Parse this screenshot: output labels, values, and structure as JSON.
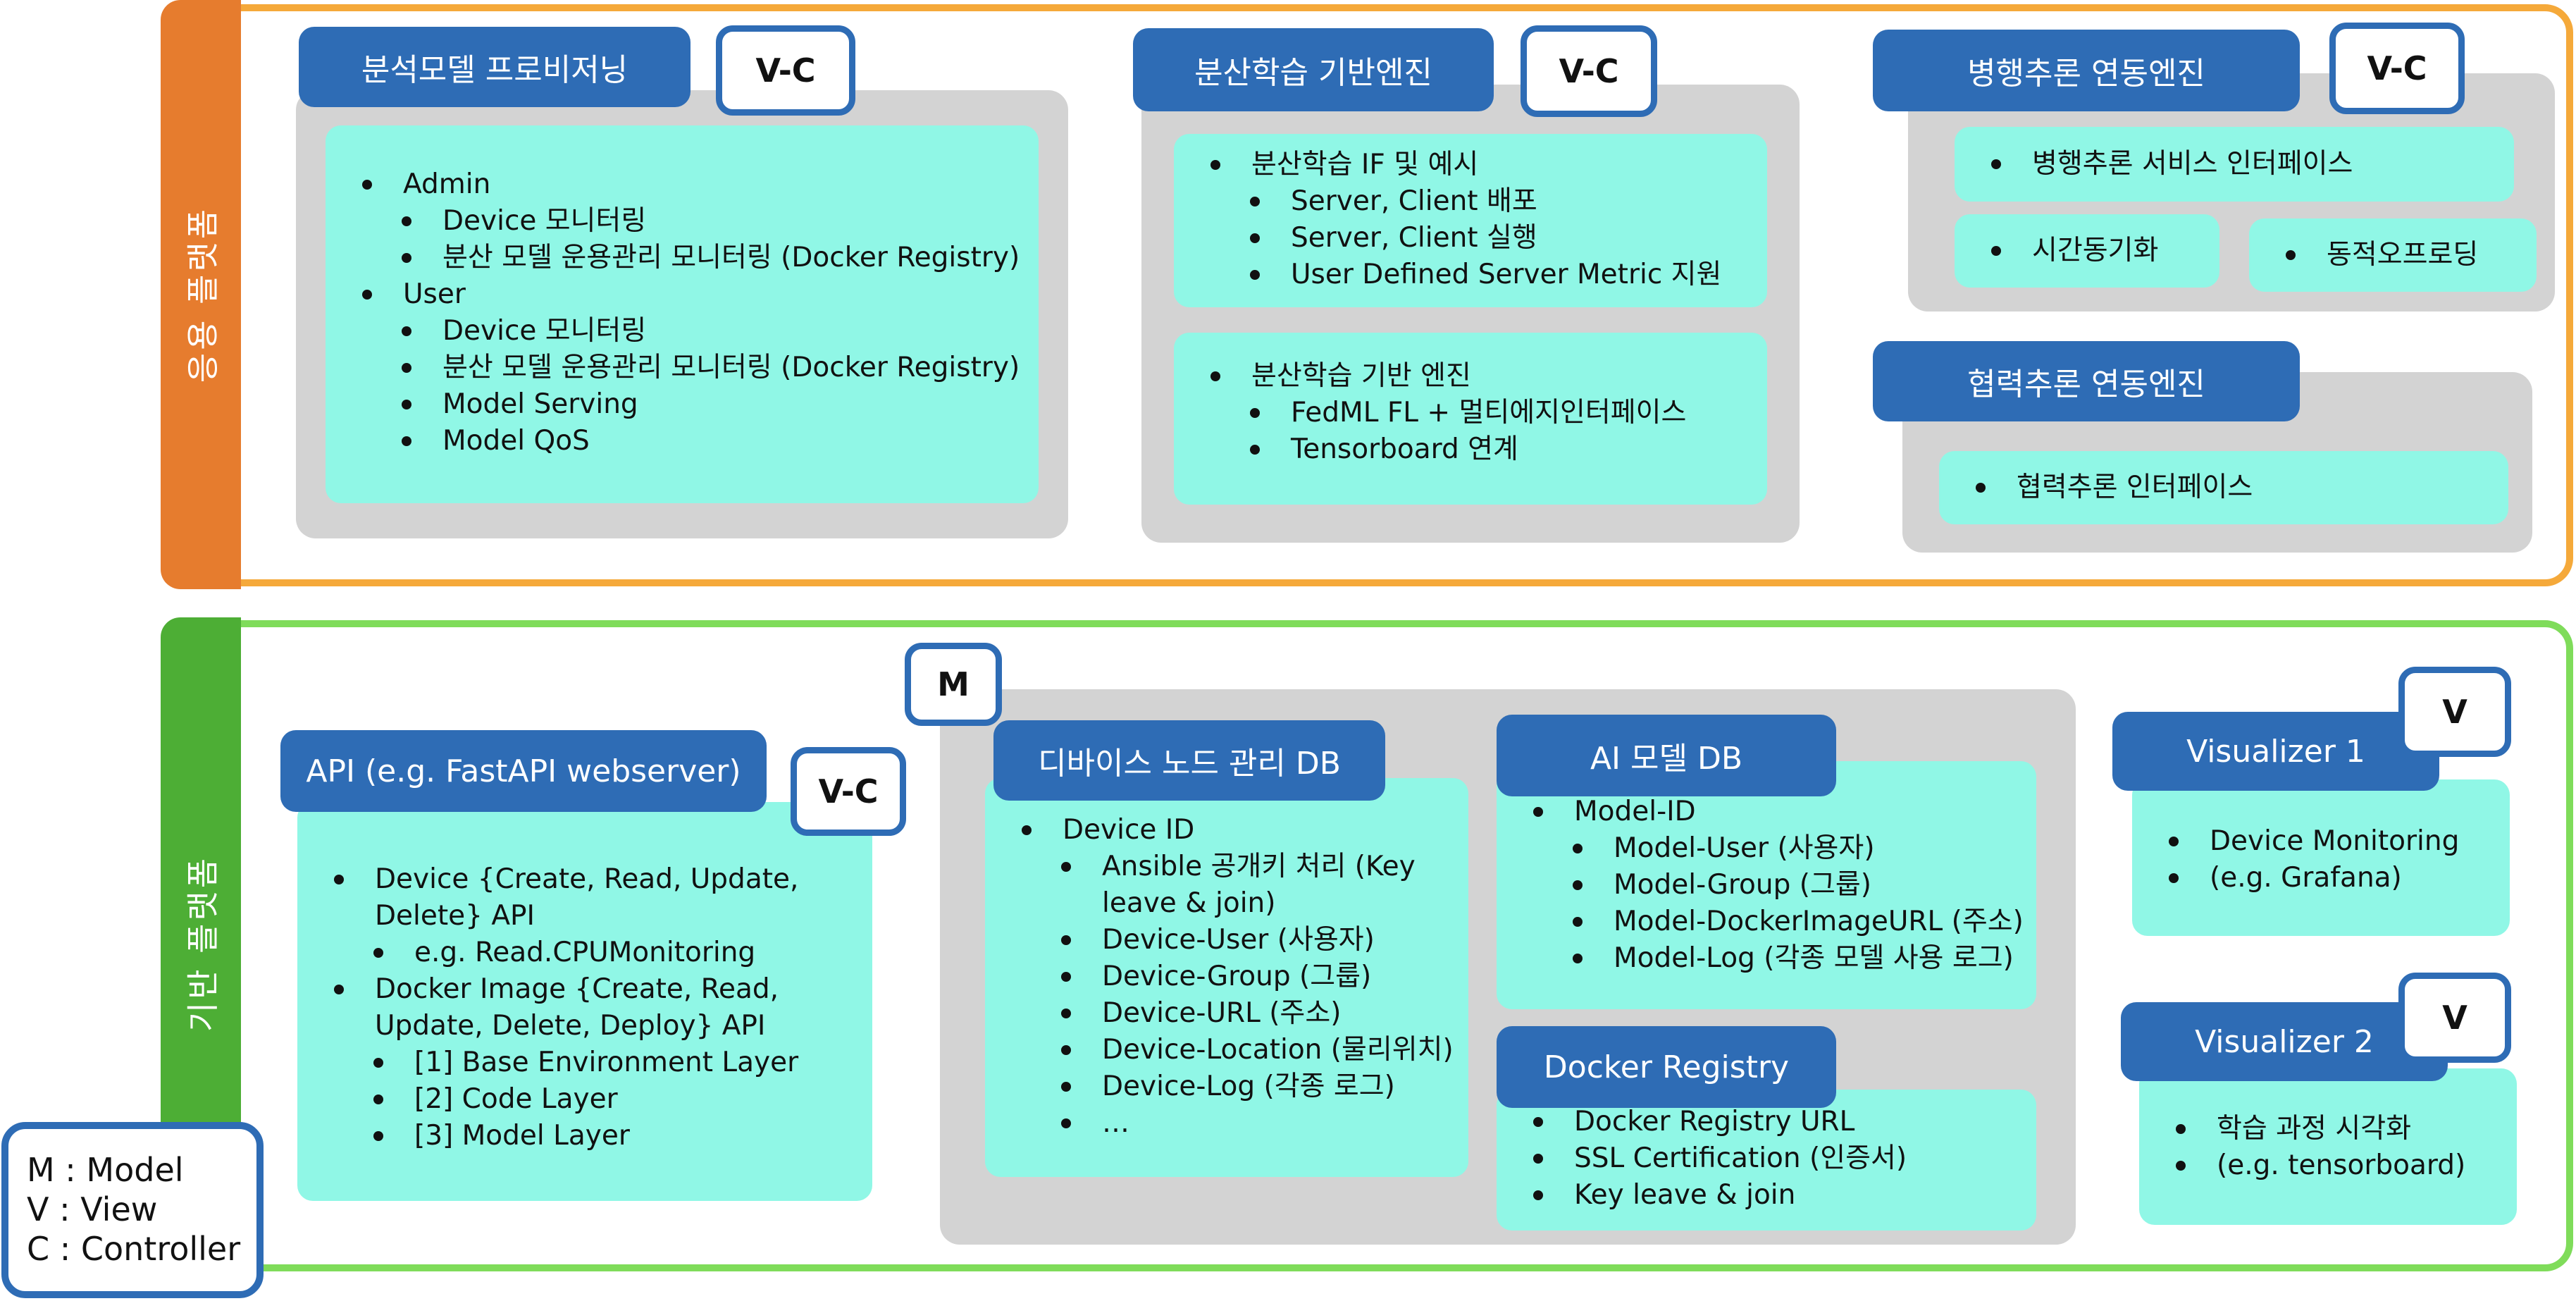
{
  "colors": {
    "app_orange_tab": "#e67c2e",
    "app_border": "#f5a93a",
    "base_green_tab": "#4dae35",
    "base_border": "#7fdc5a",
    "title_blue": "#2e6cb5",
    "box_cyan": "#90f7e6",
    "group_gray": "#d3d3d3"
  },
  "app_platform": {
    "label": "응용 플랫폼",
    "provisioning": {
      "title": "분석모델 프로비저닝",
      "badge": "V-C",
      "items": [
        {
          "text": "Admin",
          "level": 1
        },
        {
          "text": "Device 모니터링",
          "level": 2
        },
        {
          "text": "분산 모델 운용관리 모니터링 (Docker Registry)",
          "level": 2
        },
        {
          "text": "User",
          "level": 1
        },
        {
          "text": "Device 모니터링",
          "level": 2
        },
        {
          "text": "분산 모델 운용관리 모니터링 (Docker Registry)",
          "level": 2
        },
        {
          "text": "Model Serving",
          "level": 2
        },
        {
          "text": "Model QoS",
          "level": 2
        }
      ]
    },
    "distributed": {
      "title": "분산학습 기반엔진",
      "badge": "V-C",
      "box1": [
        {
          "text": "분산학습 IF 및 예시",
          "level": 1
        },
        {
          "text": "Server, Client 배포",
          "level": 2
        },
        {
          "text": "Server, Client 실행",
          "level": 2
        },
        {
          "text": "User Defined Server Metric 지원",
          "level": 2
        }
      ],
      "box2": [
        {
          "text": "분산학습 기반 엔진",
          "level": 1
        },
        {
          "text": "FedML FL + 멀티에지인터페이스",
          "level": 2
        },
        {
          "text": "Tensorboard 연계",
          "level": 2
        }
      ]
    },
    "parallel": {
      "title": "병행추론 연동엔진",
      "badge": "V-C",
      "service": "병행추론 서비스 인터페이스",
      "sync": "시간동기화",
      "offload": "동적오프로딩"
    },
    "coop": {
      "title": "협력추론 연동엔진",
      "item": "협력추론 인터페이스"
    }
  },
  "base_platform": {
    "label": "기반 플랫폼",
    "api": {
      "title": "API (e.g. FastAPI webserver)",
      "badge": "V-C",
      "items": [
        {
          "text": "Device {Create, Read, Update, Delete} API",
          "level": 1
        },
        {
          "text": "e.g. Read.CPUMonitoring",
          "level": 2
        },
        {
          "text": "Docker Image {Create, Read, Update, Delete, Deploy} API",
          "level": 1
        },
        {
          "text": "[1] Base Environment Layer",
          "level": 2
        },
        {
          "text": "[2] Code Layer",
          "level": 2
        },
        {
          "text": "[3] Model Layer",
          "level": 2
        }
      ]
    },
    "model_group_badge": "M",
    "device_db": {
      "title": "디바이스 노드 관리 DB",
      "items": [
        {
          "text": "Device ID",
          "level": 1
        },
        {
          "text": "Ansible 공개키 처리 (Key leave & join)",
          "level": 2
        },
        {
          "text": "Device-User (사용자)",
          "level": 2
        },
        {
          "text": "Device-Group (그룹)",
          "level": 2
        },
        {
          "text": "Device-URL (주소)",
          "level": 2
        },
        {
          "text": "Device-Location (물리위치)",
          "level": 2
        },
        {
          "text": "Device-Log (각종 로그)",
          "level": 2
        },
        {
          "text": "…",
          "level": 2
        }
      ]
    },
    "ai_db": {
      "title": "AI 모델 DB",
      "items": [
        {
          "text": "Model-ID",
          "level": 1
        },
        {
          "text": "Model-User (사용자)",
          "level": 2
        },
        {
          "text": "Model-Group (그룹)",
          "level": 2
        },
        {
          "text": "Model-DockerImageURL (주소)",
          "level": 2
        },
        {
          "text": "Model-Log (각종 모델 사용 로그)",
          "level": 2
        }
      ]
    },
    "registry": {
      "title": "Docker Registry",
      "items": [
        {
          "text": "Docker Registry URL",
          "level": 1
        },
        {
          "text": "SSL Certification (인증서)",
          "level": 1
        },
        {
          "text": "Key leave & join",
          "level": 1
        }
      ]
    },
    "viz1": {
      "title": "Visualizer 1",
      "badge": "V",
      "items": [
        {
          "text": "Device Monitoring",
          "level": 1
        },
        {
          "text": "(e.g. Grafana)",
          "level": 1
        }
      ]
    },
    "viz2": {
      "title": "Visualizer 2",
      "badge": "V",
      "items": [
        {
          "text": "학습 과정 시각화",
          "level": 1
        },
        {
          "text": "(e.g. tensorboard)",
          "level": 1
        }
      ]
    }
  },
  "legend": {
    "m": "M : Model",
    "v": "V : View",
    "c": "C : Controller"
  }
}
